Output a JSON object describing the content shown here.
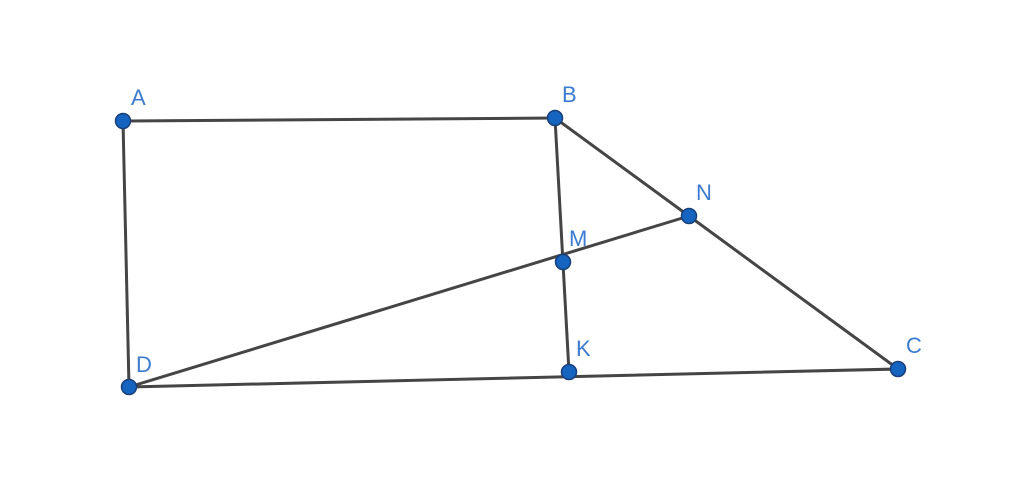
{
  "figure": {
    "point_color": "#1565c0",
    "label_color": "#3d7bd0",
    "line_color": "#454545",
    "points": [
      {
        "id": "A",
        "label": "A"
      },
      {
        "id": "B",
        "label": "B"
      },
      {
        "id": "C",
        "label": "C"
      },
      {
        "id": "D",
        "label": "D"
      },
      {
        "id": "M",
        "label": "M"
      },
      {
        "id": "N",
        "label": "N"
      },
      {
        "id": "K",
        "label": "K"
      }
    ],
    "segments": [
      [
        "A",
        "B"
      ],
      [
        "A",
        "D"
      ],
      [
        "D",
        "C"
      ],
      [
        "B",
        "C"
      ],
      [
        "B",
        "K"
      ],
      [
        "D",
        "N"
      ]
    ]
  }
}
